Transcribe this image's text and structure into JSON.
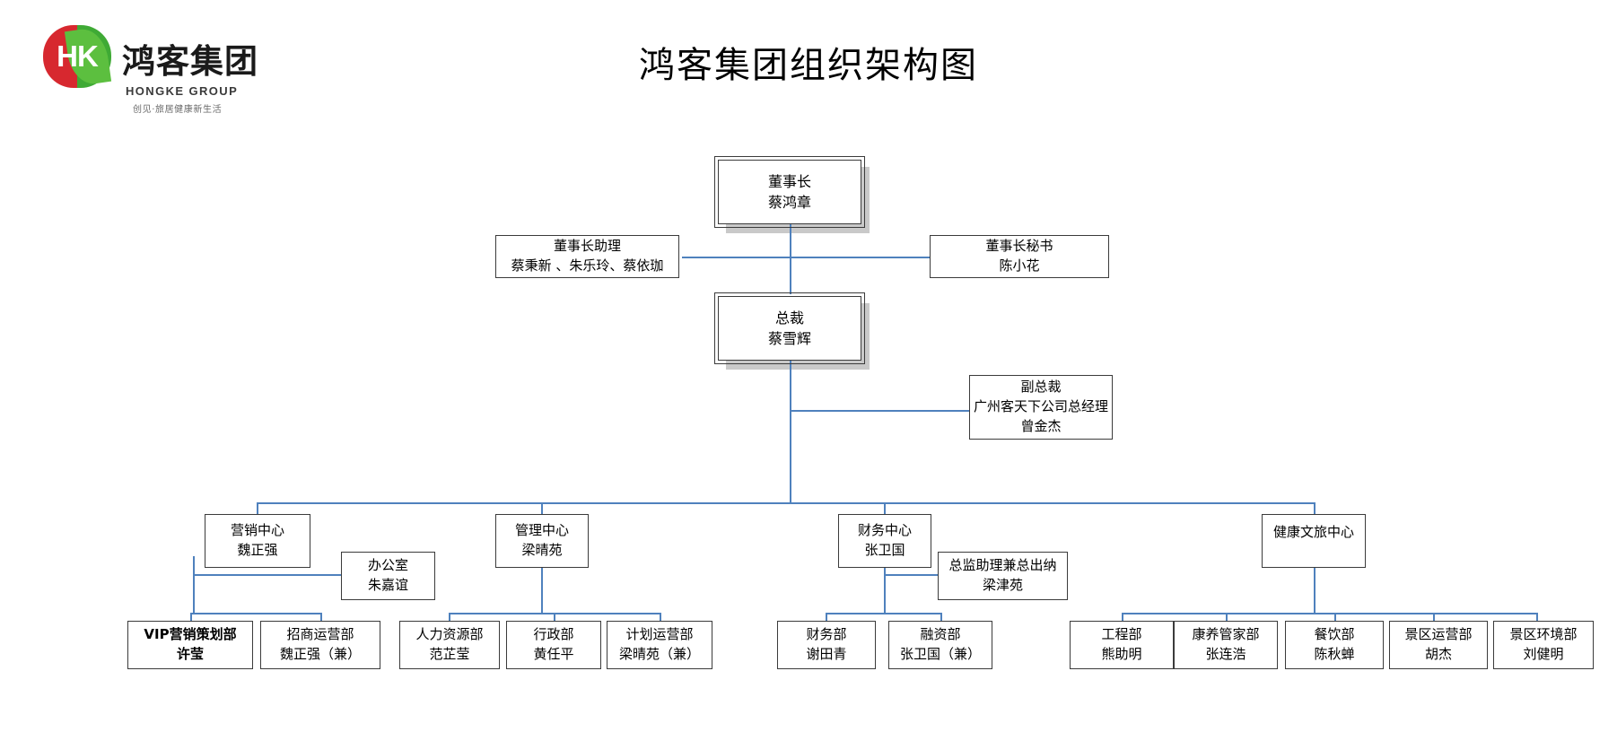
{
  "logo": {
    "mark_text": "HK",
    "company_cn": "鸿客集团",
    "company_en": "HONGKE GROUP",
    "tagline": "创见·旅居健康新生活",
    "colors": {
      "red": "#d7282f",
      "green": "#3faa35",
      "leaf": "#5cbf3f"
    }
  },
  "title": "鸿客集团组织架构图",
  "theme": {
    "connector": "#4f81bd",
    "box_border": "#3b3b3b",
    "shadow": "#c9c9c9"
  },
  "chart_data": {
    "type": "org-chart",
    "title": "鸿客集团组织架构图",
    "nodes": [
      {
        "id": "chairman",
        "role": "董事长",
        "person": "蔡鸿章"
      },
      {
        "id": "chair-assistant",
        "role": "董事长助理",
        "person": "蔡秉新 、朱乐玲、蔡依珈"
      },
      {
        "id": "chair-secretary",
        "role": "董事长秘书",
        "person": "陈小花"
      },
      {
        "id": "president",
        "role": "总裁",
        "person": "蔡雪辉"
      },
      {
        "id": "vice-president",
        "role": "副总裁",
        "person": "曾金杰",
        "extra": "广州客天下公司总经理"
      },
      {
        "id": "marketing-center",
        "role": "营销中心",
        "person": "魏正强"
      },
      {
        "id": "office",
        "role": "办公室",
        "person": "朱嘉谊"
      },
      {
        "id": "management-center",
        "role": "管理中心",
        "person": "梁晴苑"
      },
      {
        "id": "finance-center",
        "role": "财务中心",
        "person": "张卫国"
      },
      {
        "id": "director-assistant",
        "role": "总监助理兼总出纳",
        "person": "梁津苑"
      },
      {
        "id": "health-tourism-center",
        "role": "健康文旅中心",
        "person": ""
      },
      {
        "id": "vip-planning-dept",
        "role": "VIP营销策划部",
        "person": "许莹"
      },
      {
        "id": "investment-dept",
        "role": "招商运营部",
        "person": "魏正强（兼）"
      },
      {
        "id": "hr-dept",
        "role": "人力资源部",
        "person": "范芷莹"
      },
      {
        "id": "admin-dept",
        "role": "行政部",
        "person": "黄任平"
      },
      {
        "id": "planning-ops-dept",
        "role": "计划运营部",
        "person": "梁晴苑（兼）"
      },
      {
        "id": "finance-dept",
        "role": "财务部",
        "person": "谢田青"
      },
      {
        "id": "financing-dept",
        "role": "融资部",
        "person": "张卫国（兼）"
      },
      {
        "id": "engineering-dept",
        "role": "工程部",
        "person": "熊助明"
      },
      {
        "id": "health-steward-dept",
        "role": "康养管家部",
        "person": "张连浩"
      },
      {
        "id": "catering-dept",
        "role": "餐饮部",
        "person": "陈秋蝉"
      },
      {
        "id": "scenic-ops-dept",
        "role": "景区运营部",
        "person": "胡杰"
      },
      {
        "id": "scenic-env-dept",
        "role": "景区环境部",
        "person": "刘健明"
      }
    ],
    "edges": [
      {
        "from": "chairman",
        "to": "chair-assistant"
      },
      {
        "from": "chairman",
        "to": "chair-secretary"
      },
      {
        "from": "chairman",
        "to": "president"
      },
      {
        "from": "president",
        "to": "vice-president"
      },
      {
        "from": "president",
        "to": "marketing-center"
      },
      {
        "from": "president",
        "to": "management-center"
      },
      {
        "from": "president",
        "to": "finance-center"
      },
      {
        "from": "president",
        "to": "health-tourism-center"
      },
      {
        "from": "marketing-center",
        "to": "office"
      },
      {
        "from": "marketing-center",
        "to": "vip-planning-dept"
      },
      {
        "from": "marketing-center",
        "to": "investment-dept"
      },
      {
        "from": "management-center",
        "to": "hr-dept"
      },
      {
        "from": "management-center",
        "to": "admin-dept"
      },
      {
        "from": "management-center",
        "to": "planning-ops-dept"
      },
      {
        "from": "finance-center",
        "to": "director-assistant"
      },
      {
        "from": "finance-center",
        "to": "finance-dept"
      },
      {
        "from": "finance-center",
        "to": "financing-dept"
      },
      {
        "from": "health-tourism-center",
        "to": "engineering-dept"
      },
      {
        "from": "health-tourism-center",
        "to": "health-steward-dept"
      },
      {
        "from": "health-tourism-center",
        "to": "catering-dept"
      },
      {
        "from": "health-tourism-center",
        "to": "scenic-ops-dept"
      },
      {
        "from": "health-tourism-center",
        "to": "scenic-env-dept"
      }
    ]
  }
}
